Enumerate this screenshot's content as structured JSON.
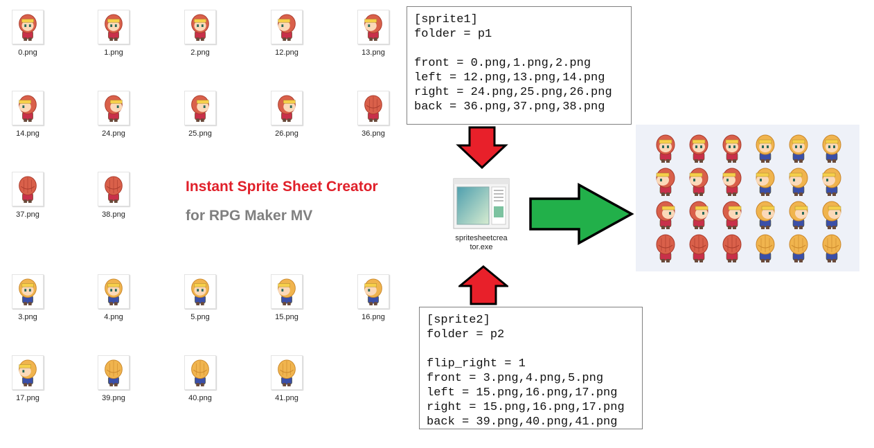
{
  "files": [
    {
      "name": "0.png",
      "variant": "red",
      "facing": "front"
    },
    {
      "name": "1.png",
      "variant": "red",
      "facing": "front"
    },
    {
      "name": "2.png",
      "variant": "red",
      "facing": "front"
    },
    {
      "name": "12.png",
      "variant": "red",
      "facing": "left"
    },
    {
      "name": "13.png",
      "variant": "red",
      "facing": "left"
    },
    {
      "name": "14.png",
      "variant": "red",
      "facing": "left"
    },
    {
      "name": "24.png",
      "variant": "red",
      "facing": "right"
    },
    {
      "name": "25.png",
      "variant": "red",
      "facing": "right"
    },
    {
      "name": "26.png",
      "variant": "red",
      "facing": "right"
    },
    {
      "name": "36.png",
      "variant": "red",
      "facing": "back"
    },
    {
      "name": "37.png",
      "variant": "red",
      "facing": "back"
    },
    {
      "name": "38.png",
      "variant": "red",
      "facing": "back"
    },
    {
      "name": "3.png",
      "variant": "blonde",
      "facing": "front"
    },
    {
      "name": "4.png",
      "variant": "blonde",
      "facing": "front"
    },
    {
      "name": "5.png",
      "variant": "blonde",
      "facing": "front"
    },
    {
      "name": "15.png",
      "variant": "blonde",
      "facing": "left"
    },
    {
      "name": "16.png",
      "variant": "blonde",
      "facing": "left"
    },
    {
      "name": "17.png",
      "variant": "blonde",
      "facing": "left"
    },
    {
      "name": "39.png",
      "variant": "blonde",
      "facing": "back"
    },
    {
      "name": "40.png",
      "variant": "blonde",
      "facing": "back"
    },
    {
      "name": "41.png",
      "variant": "blonde",
      "facing": "back"
    }
  ],
  "title": {
    "line1": "Instant Sprite Sheet Creator",
    "line2": "for RPG Maker MV"
  },
  "sprite1_ini": {
    "lines": [
      "[sprite1]",
      "folder = p1",
      "",
      "front = 0.png,1.png,2.png",
      "left = 12.png,13.png,14.png",
      "right = 24.png,25.png,26.png",
      "back = 36.png,37.png,38.png"
    ]
  },
  "sprite2_ini": {
    "lines": [
      "[sprite2]",
      "folder = p2",
      "",
      "flip_right = 1",
      "front = 3.png,4.png,5.png",
      "left = 15.png,16.png,17.png",
      "right = 15.png,16.png,17.png",
      "back = 39.png,40.png,41.png"
    ]
  },
  "exe": {
    "name_line1": "spritesheetcrea",
    "name_line2": "tor.exe",
    "icon": "application-window-icon"
  },
  "arrows": {
    "down_color": "#e8202a",
    "up_color": "#e8202a",
    "right_color": "#22b04a"
  },
  "colors": {
    "title_red": "#e0202a",
    "title_gray": "#808080",
    "sheet_bg": "#eef1f8"
  },
  "sheet": {
    "rows": [
      [
        "red-front",
        "red-front",
        "red-front",
        "blonde-front",
        "blonde-front",
        "blonde-front"
      ],
      [
        "red-left",
        "red-left",
        "red-left",
        "blonde-left",
        "blonde-left",
        "blonde-left"
      ],
      [
        "red-right",
        "red-right",
        "red-right",
        "blonde-right",
        "blonde-right",
        "blonde-right"
      ],
      [
        "red-back",
        "red-back",
        "red-back",
        "blonde-back",
        "blonde-back",
        "blonde-back"
      ]
    ]
  }
}
